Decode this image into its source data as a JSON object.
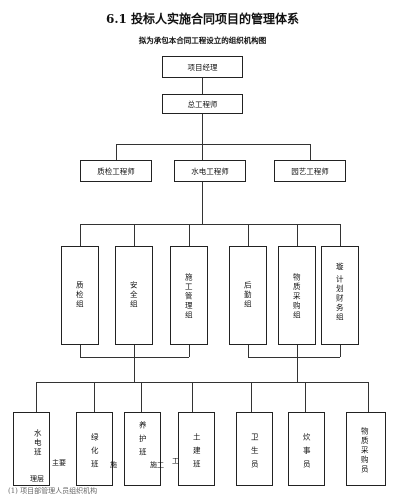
{
  "doc": {
    "title": "6.1  投标人实施合同项目的管理体系",
    "subtitle": "拟为承包本合同工程设立的组织机构图",
    "bottom_note": "(1) 项目部管理人员组织机构",
    "overlay": {
      "left1": "主要",
      "left2": "理层",
      "mid1": "施",
      "mid2": "施工",
      "mid3": "工"
    }
  },
  "chart": {
    "level1": "项目经理",
    "level2": "总工程师",
    "level3": [
      "质检工程师",
      "水电工程师",
      "园艺工程师"
    ],
    "level4": [
      {
        "label": "质检组"
      },
      {
        "label": "安全组"
      },
      {
        "label": "施工管理组"
      },
      {
        "label": "后勤组"
      },
      {
        "label": "物质采购组"
      },
      {
        "label_top": "璇",
        "label": "计划财务组"
      }
    ],
    "level5": [
      "水电班",
      "绿化班",
      "养护班",
      "土建班",
      "卫生员",
      "炊事员",
      "物质采购员"
    ]
  }
}
